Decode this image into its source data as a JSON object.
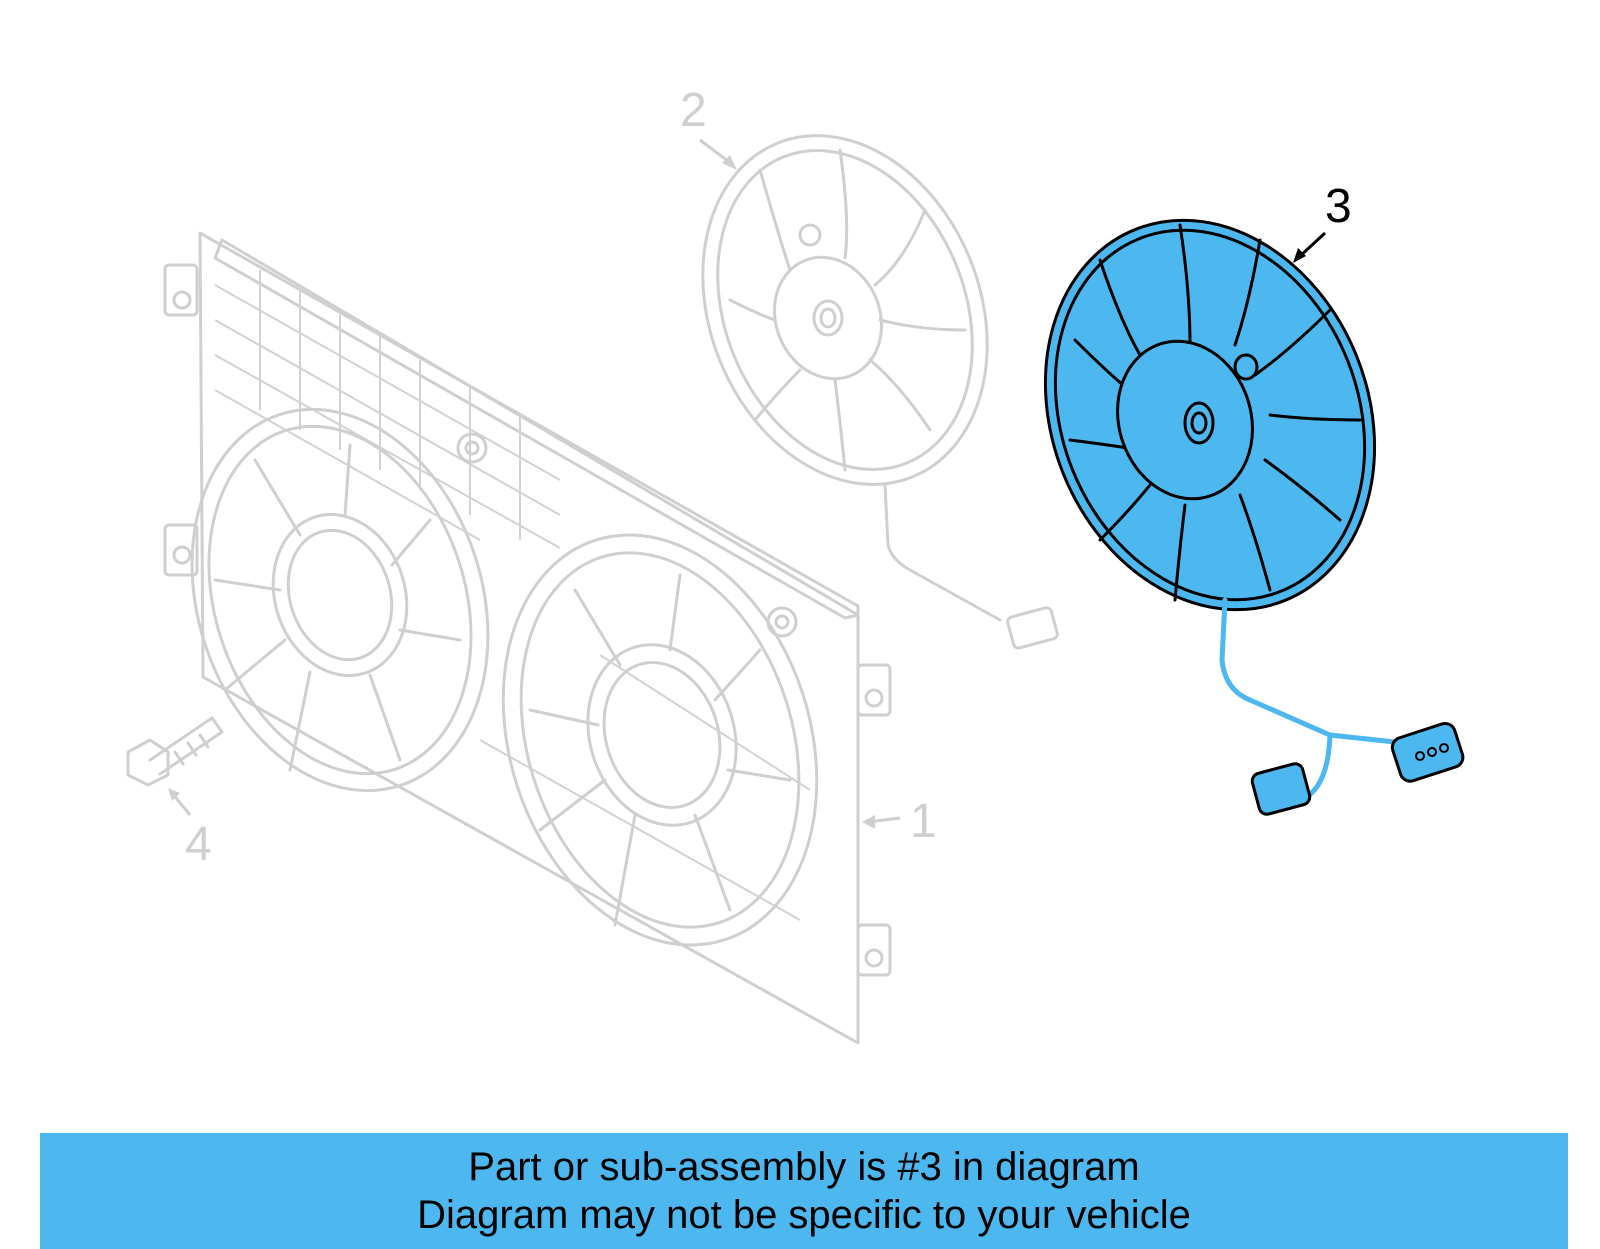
{
  "callouts": {
    "c1": "1",
    "c2": "2",
    "c3": "3",
    "c4": "4"
  },
  "banner": {
    "line1": "Part or sub-assembly is #3 in diagram",
    "line2": "Diagram may not be specific to your vehicle"
  },
  "colors": {
    "highlight": "#4db8f0",
    "ghost_parts": "#cfcfcf",
    "outline": "#000000"
  }
}
